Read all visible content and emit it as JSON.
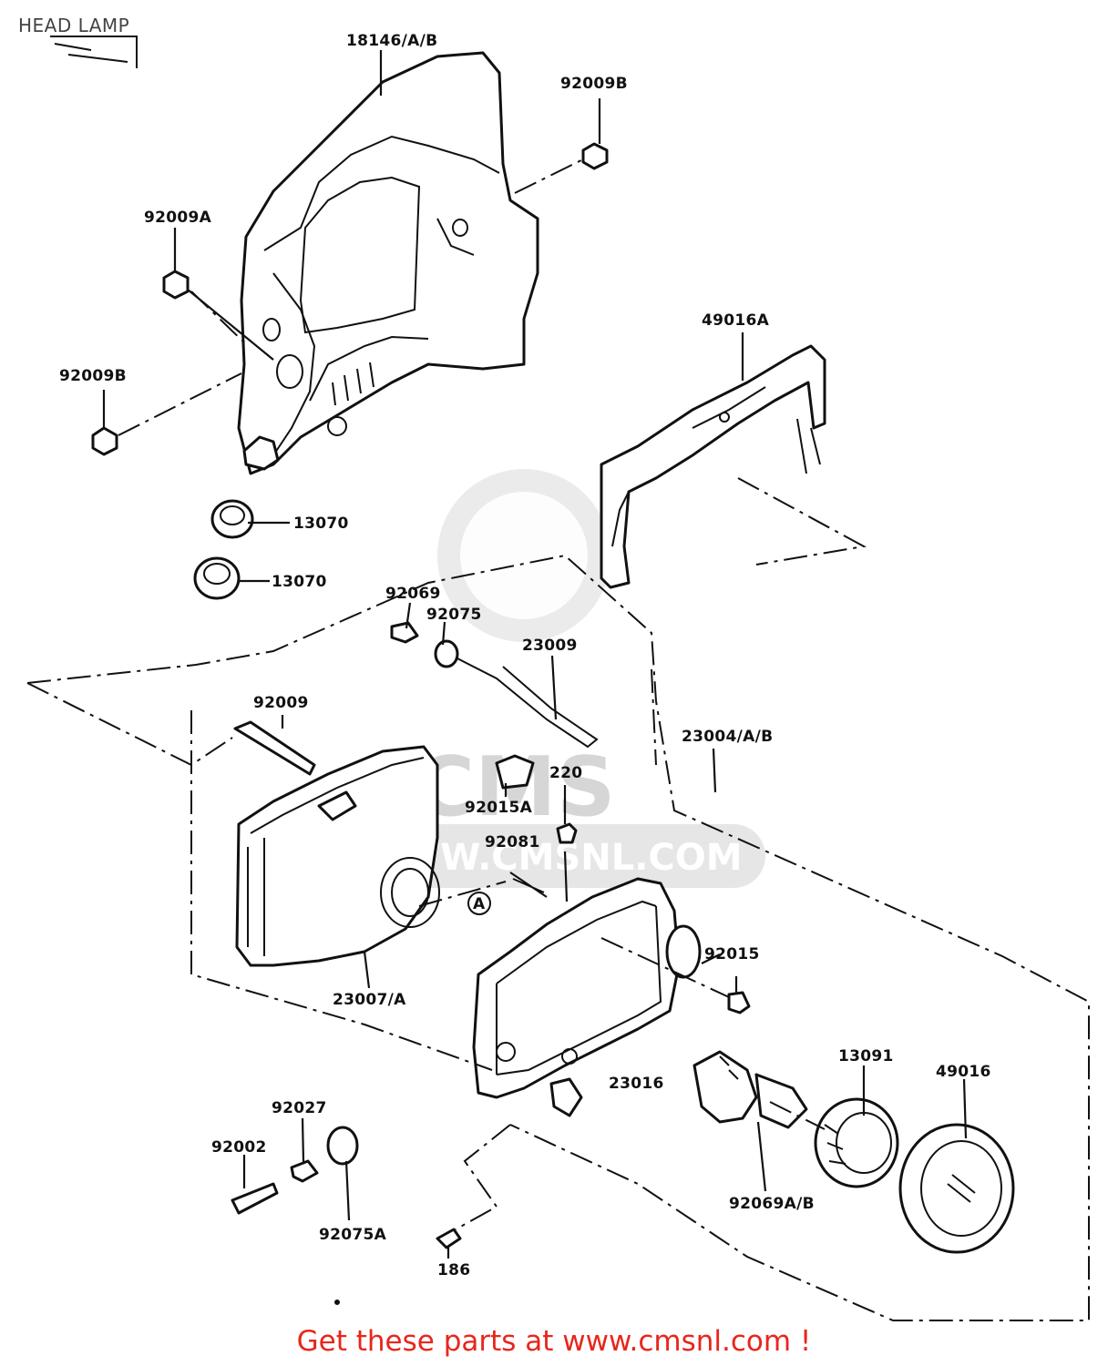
{
  "header": {
    "title": "HEAD LAMP"
  },
  "watermark": {
    "brand": "CMS",
    "url": "WWW.CMSNL.COM"
  },
  "footer": {
    "cta": "Get these parts at www.cmsnl.com !"
  },
  "colors": {
    "cta": "#e8261c",
    "watermark": "#d6d6d6",
    "ink": "#111111"
  },
  "callouts": {
    "c18146": "18146/A/B",
    "c92009B_top": "92009B",
    "c92009A": "92009A",
    "c92009B_left": "92009B",
    "c49016A": "49016A",
    "c13070_a": "13070",
    "c13070_b": "13070",
    "c92069": "92069",
    "c92075": "92075",
    "c23009": "23009",
    "c92009": "92009",
    "c23004": "23004/A/B",
    "c220": "220",
    "c92015A": "92015A",
    "c92081": "92081",
    "cA": "A",
    "c92015": "92015",
    "c23007": "23007/A",
    "c23016": "23016",
    "c13091": "13091",
    "c49016": "49016",
    "c92027": "92027",
    "c92002": "92002",
    "c92069AB": "92069A/B",
    "c92075A": "92075A",
    "c186": "186"
  }
}
